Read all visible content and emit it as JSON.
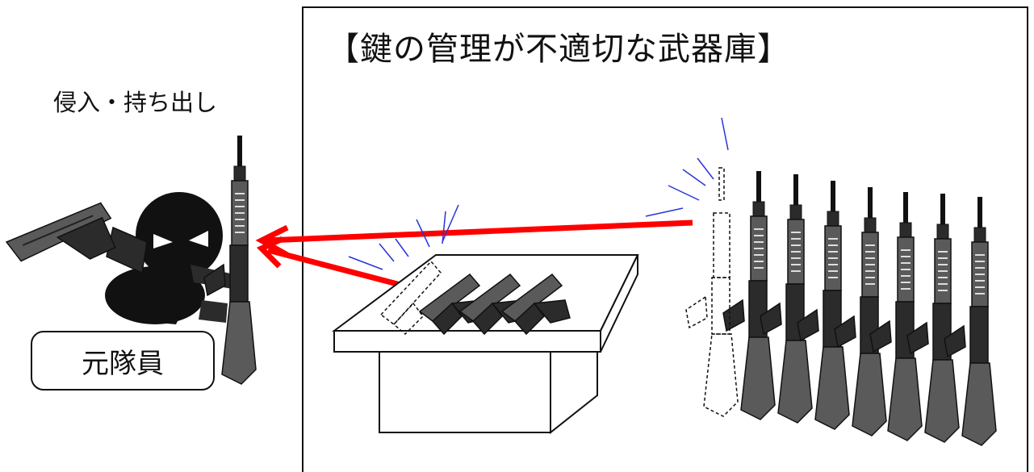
{
  "title": "【鍵の管理が不適切な武器庫】",
  "intrusion_label": "侵入・持ち出し",
  "person_label": "元隊員",
  "colors": {
    "arrow": "#ff0000",
    "motion_lines": "#2a35d8",
    "weapon_dark": "#2b2b2b",
    "weapon_body": "#5a5a5a",
    "intruder": "#111111"
  },
  "icons": {
    "intruder": "masked-intruder-icon",
    "stolen_rifle": "rifle-icon",
    "stolen_pistol": "pistol-icon",
    "rifle_rack": "rifle-icon",
    "pistol_table": "pistol-icon"
  },
  "counts": {
    "rifles_on_rack": 7,
    "pistols_on_table": 3,
    "missing_rifles": 1,
    "missing_pistols": 1
  }
}
